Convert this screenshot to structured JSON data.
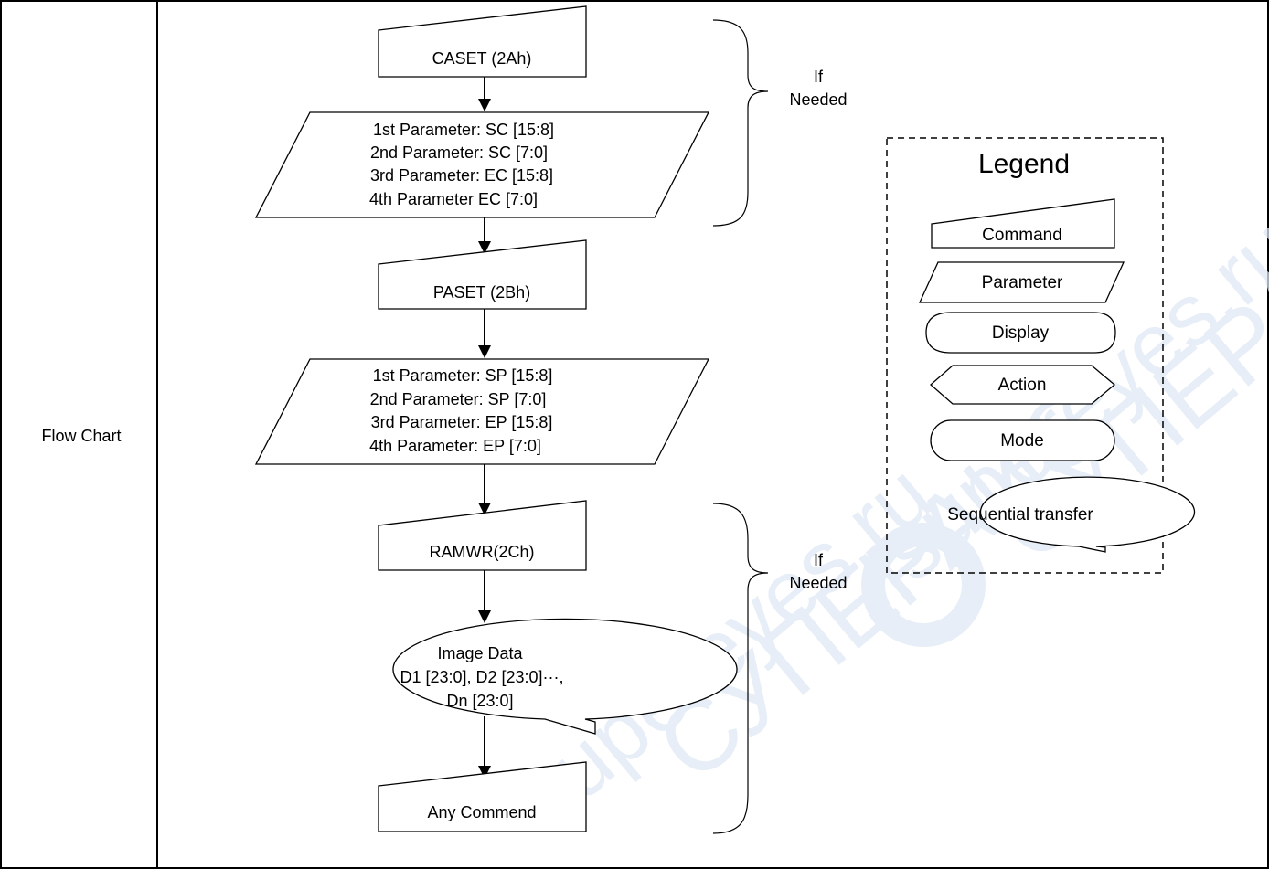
{
  "row_label": "Flow Chart",
  "flow": {
    "caset": "CASET (2Ah)",
    "caset_params": [
      "1st Parameter: SC [15:8]",
      "2nd Parameter: SC [7:0]",
      "3rd Parameter: EC [15:8]",
      "4th Parameter EC [7:0]"
    ],
    "paset": "PASET (2Bh)",
    "paset_params": [
      "1st Parameter: SP [15:8]",
      "2nd Parameter: SP [7:0]",
      "3rd Parameter: EP [15:8]",
      "4th Parameter: EP [7:0]"
    ],
    "ramwr": "RAMWR(2Ch)",
    "image_data": [
      "Image Data",
      "D1 [23:0], D2 [23:0]···,",
      "Dn [23:0]"
    ],
    "any_command": "Any Commend"
  },
  "braces": [
    {
      "label": [
        "If",
        "Needed"
      ]
    },
    {
      "label": [
        "If",
        "Needed"
      ]
    }
  ],
  "legend": {
    "title": "Legend",
    "items": [
      "Command",
      "Parameter",
      "Display",
      "Action",
      "Mode",
      "Sequential transfer"
    ]
  },
  "watermark": [
    "supereyes.ru",
    "СУПЕРАЙС"
  ]
}
